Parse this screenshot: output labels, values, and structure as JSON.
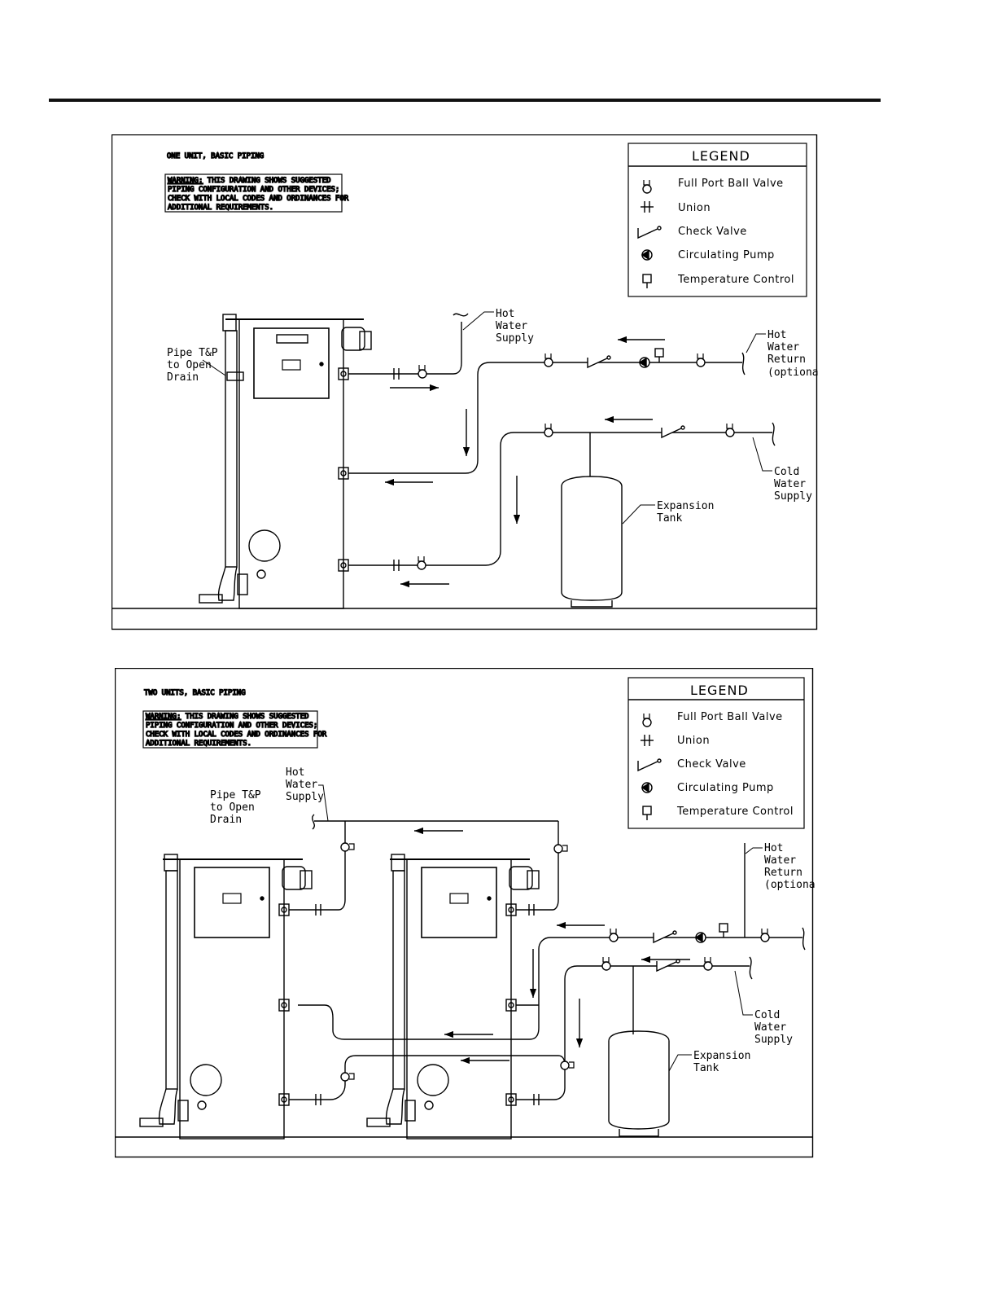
{
  "diagram1": {
    "title": "ONE UNIT, BASIC PIPING",
    "warning": {
      "prefix": "WARNING:",
      "lines": [
        " THIS DRAWING SHOWS SUGGESTED",
        "PIPING CONFIGURATION AND OTHER DEVICES;",
        "CHECK WITH LOCAL CODES AND ORDINANCES FOR",
        "ADDITIONAL REQUIREMENTS."
      ]
    },
    "labels": {
      "tp_drain": [
        "Pipe T&P",
        "to Open",
        "Drain"
      ],
      "hot_supply": [
        "Hot",
        "Water",
        "Supply"
      ],
      "hot_return": [
        "Hot",
        "Water",
        "Return",
        "(optional)"
      ],
      "cold_supply": [
        "Cold",
        "Water",
        "Supply"
      ],
      "expansion_tank": [
        "Expansion",
        "Tank"
      ]
    }
  },
  "diagram2": {
    "title": "TWO UNITS, BASIC PIPING",
    "warning": {
      "prefix": "WARNING:",
      "lines": [
        " THIS DRAWING SHOWS SUGGESTED",
        "PIPING CONFIGURATION AND OTHER DEVICES;",
        "CHECK WITH LOCAL CODES AND ORDINANCES FOR",
        "ADDITIONAL REQUIREMENTS."
      ]
    },
    "labels": {
      "tp_drain": [
        "Pipe T&P",
        "to Open",
        "Drain"
      ],
      "hot_supply": [
        "Hot",
        "Water",
        "Supply"
      ],
      "hot_return": [
        "Hot",
        "Water",
        "Return",
        "(optional)"
      ],
      "cold_supply": [
        "Cold",
        "Water",
        "Supply"
      ],
      "expansion_tank": [
        "Expansion",
        "Tank"
      ]
    }
  },
  "legend": {
    "title": "LEGEND",
    "items": [
      {
        "icon": "ball-valve-icon",
        "label": "Full  Port  Ball  Valve"
      },
      {
        "icon": "union-icon",
        "label": "Union"
      },
      {
        "icon": "check-valve-icon",
        "label": "Check  Valve"
      },
      {
        "icon": "circulating-pump-icon",
        "label": "Circulating  Pump"
      },
      {
        "icon": "temperature-control-icon",
        "label": "Temperature  Control"
      }
    ]
  }
}
